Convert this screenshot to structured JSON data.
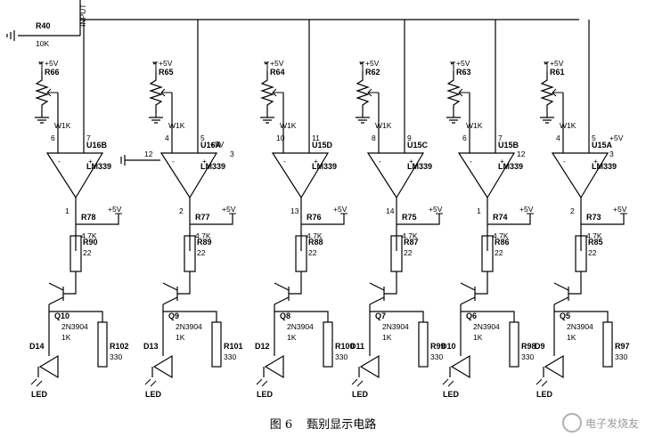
{
  "input_label": "INPUT",
  "input_resistor": {
    "ref": "R40",
    "value": "10K"
  },
  "stages": [
    {
      "vref": "+5V",
      "pot": "R66",
      "pot_val": "W1K",
      "pin_a": "6",
      "pin_b": "7",
      "comp": "U16B",
      "ic": "LM339",
      "out_pin": "1",
      "pull": "R78",
      "pull_val": "4.7K",
      "base": "R90",
      "base_val": "22",
      "trans": "Q10",
      "trans_type": "2N3904",
      "lim": "1K",
      "led_res": "R102",
      "led_res_val": "330",
      "diode": "D14",
      "led": "LED",
      "vcc": "+5V"
    },
    {
      "vref": "+5V",
      "pot": "R65",
      "pot_val": "W1K",
      "pin_a": "4",
      "pin_b": "5",
      "comp": "U16A",
      "ic": "LM339",
      "out_pin": "2",
      "pull": "R77",
      "pull_val": "4.7K",
      "base": "R89",
      "base_val": "22",
      "trans": "Q9",
      "trans_type": "2N3904",
      "lim": "1K",
      "led_res": "R101",
      "led_res_val": "330",
      "diode": "D13",
      "led": "LED",
      "vcc": "+5V"
    },
    {
      "vref": "+5V",
      "pot": "R64",
      "pot_val": "W1K",
      "pin_a": "10",
      "pin_b": "11",
      "comp": "U15D",
      "ic": "LM339",
      "out_pin": "13",
      "pull": "R76",
      "pull_val": "4.7K",
      "base": "R88",
      "base_val": "22",
      "trans": "Q8",
      "trans_type": "2N3904",
      "lim": "1K",
      "led_res": "R100",
      "led_res_val": "330",
      "diode": "D12",
      "led": "LED",
      "vcc": "+5V"
    },
    {
      "vref": "+5V",
      "pot": "R62",
      "pot_val": "W1K",
      "pin_a": "8",
      "pin_b": "9",
      "comp": "U15C",
      "ic": "LM339",
      "out_pin": "14",
      "pull": "R75",
      "pull_val": "4.7K",
      "base": "R87",
      "base_val": "22",
      "trans": "Q7",
      "trans_type": "2N3904",
      "lim": "1K",
      "led_res": "R99",
      "led_res_val": "330",
      "diode": "D11",
      "led": "LED",
      "vcc": "+5V"
    },
    {
      "vref": "+5V",
      "pot": "R63",
      "pot_val": "W1K",
      "pin_a": "6",
      "pin_b": "7",
      "comp": "U15B",
      "ic": "LM339",
      "out_pin": "1",
      "pull": "R74",
      "pull_val": "4.7K",
      "base": "R86",
      "base_val": "22",
      "trans": "Q6",
      "trans_type": "2N3904",
      "lim": "1K",
      "led_res": "R98",
      "led_res_val": "330",
      "diode": "D10",
      "led": "LED",
      "vcc": "+5V"
    },
    {
      "vref": "+5V",
      "pot": "R61",
      "pot_val": "W1K",
      "pin_a": "4",
      "pin_b": "5",
      "comp": "U15A",
      "ic": "LM339",
      "out_pin": "2",
      "pull": "R73",
      "pull_val": "4.7K",
      "base": "R85",
      "base_val": "22",
      "trans": "Q5",
      "trans_type": "2N3904",
      "lim": "1K",
      "led_res": "R97",
      "led_res_val": "330",
      "diode": "D9",
      "led": "LED",
      "vcc": "+5V"
    }
  ],
  "supply_labels": {
    "u16a_vcc": "+5V",
    "u15a_vcc": "+5V"
  },
  "extra_pins": {
    "u16b_12": "12",
    "u16a_3": "3",
    "u15b_12": "12",
    "u15a_3": "3"
  },
  "caption": {
    "fig": "图 6",
    "title": "甄别显示电路"
  },
  "watermark": "电子发烧友"
}
